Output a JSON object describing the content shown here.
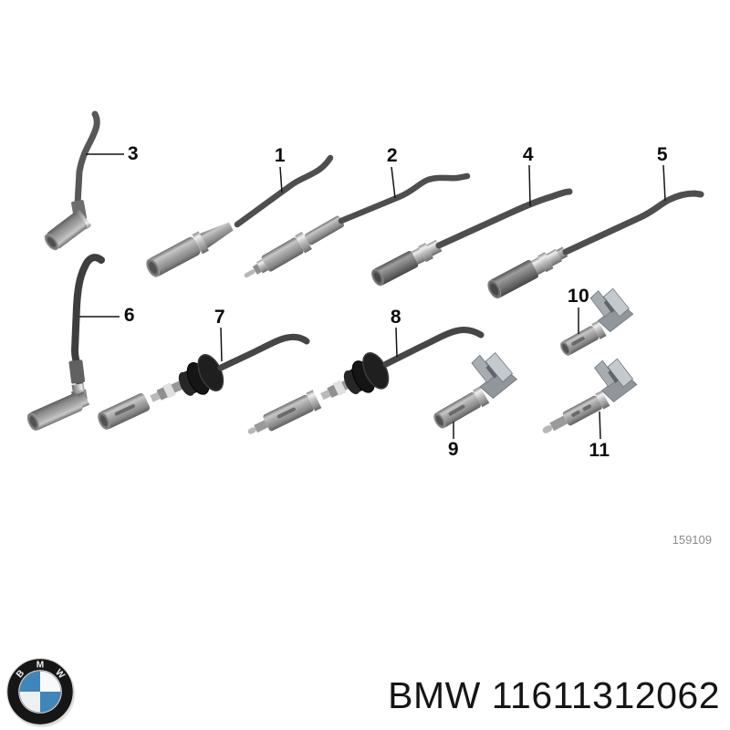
{
  "diagram": {
    "callouts": [
      "1",
      "2",
      "3",
      "4",
      "5",
      "6",
      "7",
      "8",
      "9",
      "10",
      "11"
    ],
    "sheet_number": "159109"
  },
  "footer": {
    "part_number": "BMW 11611312062"
  },
  "logo": {
    "letters": [
      "B",
      "M",
      "W"
    ]
  },
  "colors": {
    "background": "#ffffff",
    "wire": "#4c4c4c",
    "connector_gray": "#9b9b9b",
    "grommet_black": "#1c1c1c",
    "callout_text": "#0b0b0b",
    "sheet_number_text": "#8c8c8c",
    "part_number_text": "#151515",
    "logo_blue": "#3f86ba"
  }
}
